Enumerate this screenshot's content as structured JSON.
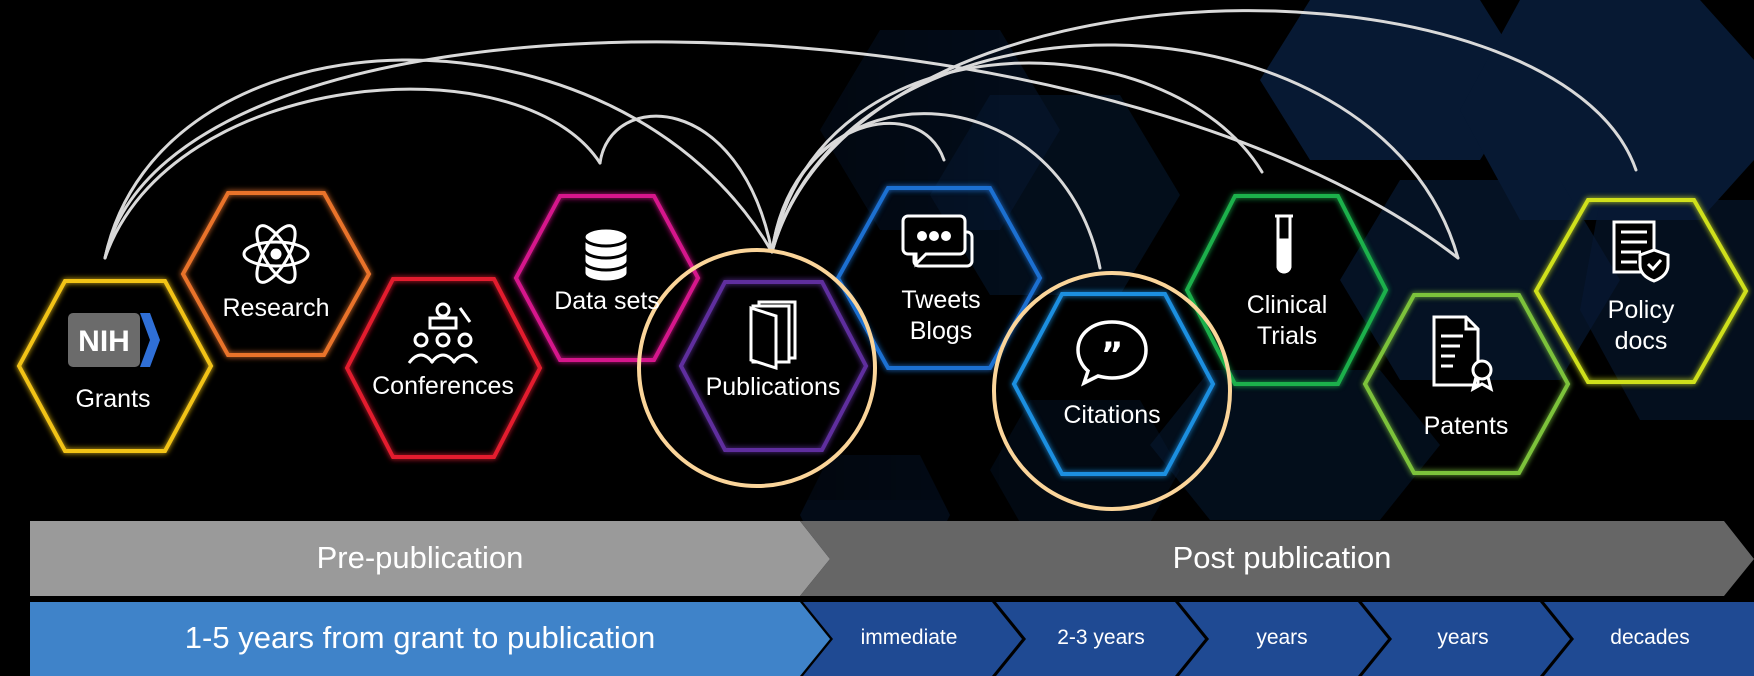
{
  "colors": {
    "background": "#000000",
    "arc": "#d9d9d9",
    "highlight_circle": "#fbd59a",
    "pre_band": "#9a9a9a",
    "post_band": "#666666",
    "time_main": "#3f83c9",
    "time_segment": "#1f4a93"
  },
  "nodes": {
    "grants": {
      "label": "Grants",
      "logo": "NIH",
      "color": "#f2c318",
      "icon": "nih-logo-icon"
    },
    "research": {
      "label": "Research",
      "color": "#e9732b",
      "icon": "atom-icon"
    },
    "conferences": {
      "label": "Conferences",
      "color": "#e31d2d",
      "icon": "audience-icon"
    },
    "datasets": {
      "label": "Data sets",
      "color": "#d6198c",
      "icon": "database-icon"
    },
    "publications": {
      "label": "Publications",
      "color": "#5e2f9e",
      "icon": "book-icon"
    },
    "tweets": {
      "line1": "Tweets",
      "line2": "Blogs",
      "color": "#1b6fd1",
      "icon": "chat-bubble-icon"
    },
    "citations": {
      "label": "Citations",
      "color": "#1a8fe0",
      "icon": "quote-icon"
    },
    "clinical": {
      "line1": "Clinical",
      "line2": "Trials",
      "color": "#1bb04b",
      "icon": "test-tube-icon"
    },
    "patents": {
      "label": "Patents",
      "color": "#7cc23a",
      "icon": "certificate-icon"
    },
    "policy": {
      "line1": "Policy",
      "line2": "docs",
      "color": "#cfe01b",
      "icon": "policy-document-icon"
    }
  },
  "phases": {
    "pre": "Pre-publication",
    "post": "Post publication"
  },
  "timeline": {
    "main": "1-5 years from grant to publication",
    "seg1": "immediate",
    "seg2": "2-3 years",
    "seg3": "years",
    "seg4": "years",
    "seg5": "decades"
  }
}
